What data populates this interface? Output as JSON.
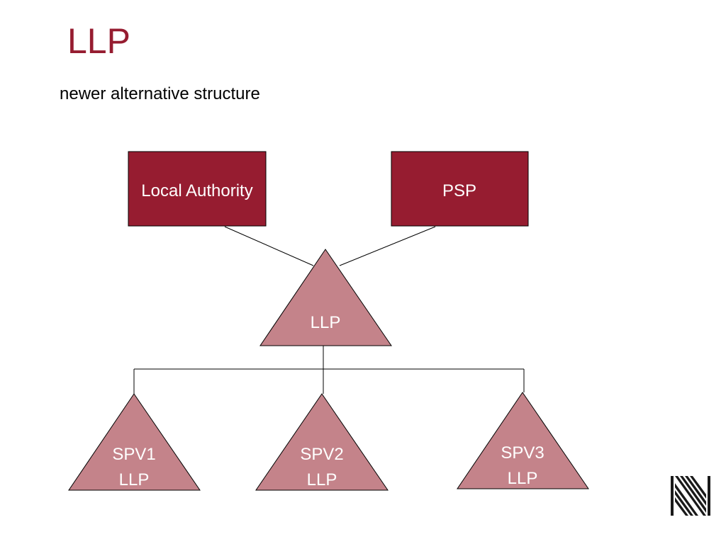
{
  "slide": {
    "title": "LLP",
    "subtitle": "newer alternative structure"
  },
  "diagram": {
    "colors": {
      "box_fill": "#961c30",
      "triangle_fill": "#c4838a",
      "line": "#000000",
      "text": "#ffffff"
    },
    "nodes": {
      "local_authority": "Local Authority",
      "psp": "PSP",
      "llp": "LLP",
      "spv1": {
        "line1": "SPV1",
        "line2": "LLP"
      },
      "spv2": {
        "line1": "SPV2",
        "line2": "LLP"
      },
      "spv3": {
        "line1": "SPV3",
        "line2": "LLP"
      }
    }
  },
  "branding": {
    "logo_icon": "striped-n-logo-icon"
  }
}
